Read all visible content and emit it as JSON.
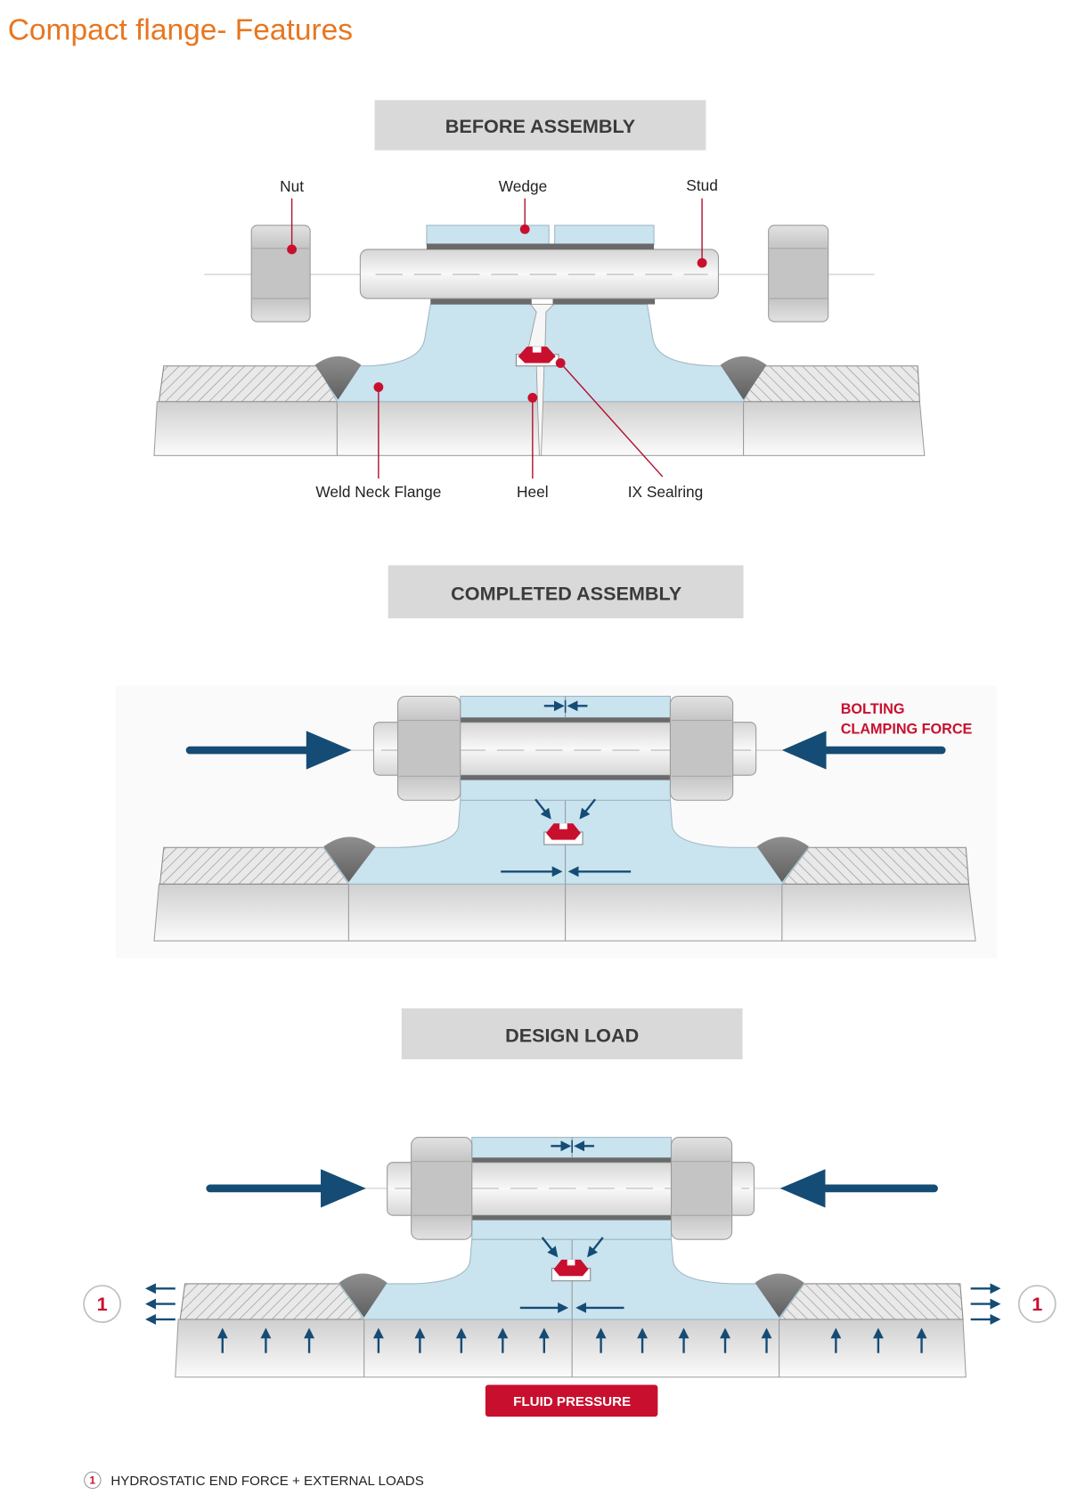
{
  "page": {
    "title": "Compact flange- Features"
  },
  "before_assembly": {
    "heading": "BEFORE ASSEMBLY",
    "labels": {
      "nut": "Nut",
      "wedge": "Wedge",
      "stud": "Stud",
      "weld_neck_flange": "Weld Neck Flange",
      "heel": "Heel",
      "ix_sealring": "IX Sealring"
    }
  },
  "completed_assembly": {
    "heading": "COMPLETED ASSEMBLY",
    "annotation": [
      "BOLTING",
      "CLAMPING FORCE"
    ]
  },
  "design_load": {
    "heading": "DESIGN LOAD",
    "marker_left": "1",
    "marker_right": "1",
    "badge": "FLUID PRESSURE"
  },
  "legend": {
    "marker": "1",
    "text": "HYDROSTATIC END FORCE + EXTERNAL LOADS"
  },
  "colors": {
    "title": "#e8761f",
    "accent_red": "#c8102e",
    "flange_blue": "#c9e3ef",
    "force_arrow_navy": "#154c75",
    "banner_gray": "#d9d9d9"
  }
}
